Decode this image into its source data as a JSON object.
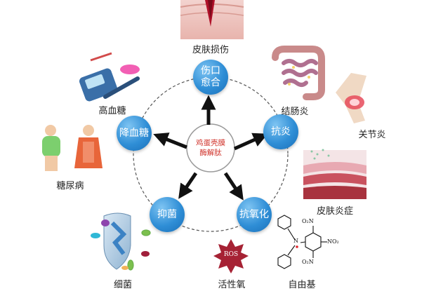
{
  "center": {
    "line1": "鸡蛋壳膜",
    "line2": "酶解肽"
  },
  "nodes": {
    "wound": {
      "line1": "伤口",
      "line2": "愈合"
    },
    "anti_inflammatory": "抗炎",
    "antioxidant": "抗氧化",
    "antibacterial": "抑菌",
    "hypoglycemic": "降血糖"
  },
  "labels": {
    "skin_damage": "皮肤损伤",
    "enteritis": "结肠炎",
    "arthritis": "关节炎",
    "dermatitis": "皮肤炎症",
    "radical": "自由基",
    "ros": "活性氧",
    "bacteria": "细菌",
    "diabetes": "糖尿病",
    "high_glucose": "高血糖"
  },
  "ros_badge": "ROS",
  "chem": {
    "no2_top": "O₂N",
    "no2_right": "NO₂",
    "no2_bottom": "O₂N",
    "n_label": "N"
  },
  "colors": {
    "node": "#2f8ed6",
    "center_text": "#d0342c",
    "arrow": "#111111",
    "dashed_ring": "#555555"
  }
}
